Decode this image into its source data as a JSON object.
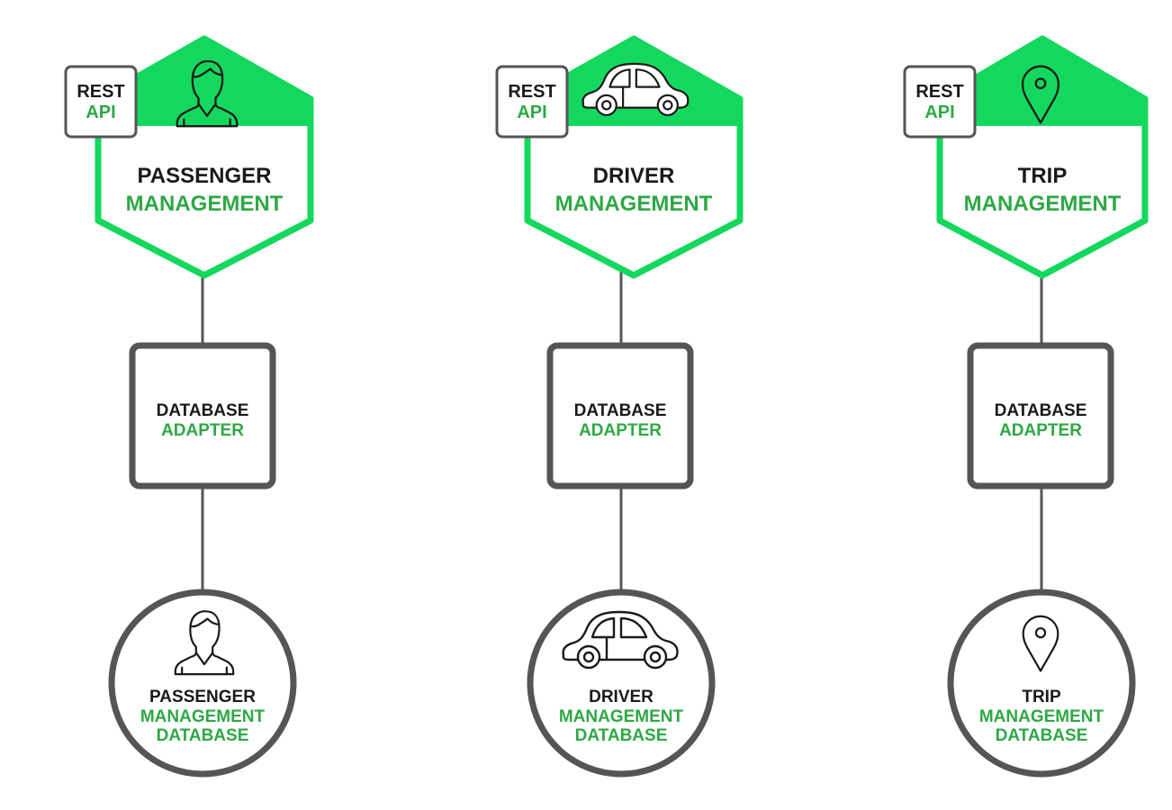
{
  "colors": {
    "hex_fill": "#14d85e",
    "hex_border": "#14d85e",
    "green_text": "#2ea845",
    "dark_text": "#1a1a1a",
    "box_border": "#555555",
    "connector": "#555555"
  },
  "columns": [
    {
      "id": "passenger",
      "icon": "person-icon",
      "api": {
        "line1": "REST",
        "line2": "API"
      },
      "service": {
        "line1": "PASSENGER",
        "line2": "MANAGEMENT"
      },
      "adapter": {
        "line1": "DATABASE",
        "line2": "ADAPTER"
      },
      "database": {
        "line1": "PASSENGER",
        "line2": "MANAGEMENT",
        "line3": "DATABASE"
      }
    },
    {
      "id": "driver",
      "icon": "car-icon",
      "api": {
        "line1": "REST",
        "line2": "API"
      },
      "service": {
        "line1": "DRIVER",
        "line2": "MANAGEMENT"
      },
      "adapter": {
        "line1": "DATABASE",
        "line2": "ADAPTER"
      },
      "database": {
        "line1": "DRIVER",
        "line2": "MANAGEMENT",
        "line3": "DATABASE"
      }
    },
    {
      "id": "trip",
      "icon": "location-pin-icon",
      "api": {
        "line1": "REST",
        "line2": "API"
      },
      "service": {
        "line1": "TRIP",
        "line2": "MANAGEMENT"
      },
      "adapter": {
        "line1": "DATABASE",
        "line2": "ADAPTER"
      },
      "database": {
        "line1": "TRIP",
        "line2": "MANAGEMENT",
        "line3": "DATABASE"
      }
    }
  ]
}
